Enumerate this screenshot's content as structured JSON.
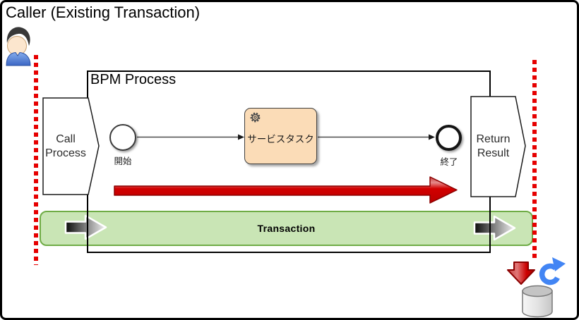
{
  "title": "Caller (Existing Transaction)",
  "bpm_process": {
    "label": "BPM Process",
    "call_process": {
      "line1": "Call",
      "line2": "Process"
    },
    "start_event": {
      "label": "開始"
    },
    "service_task": {
      "label": "サービスタスク"
    },
    "end_event": {
      "label": "終了"
    },
    "return_result": {
      "line1": "Return",
      "line2": "Result"
    }
  },
  "transaction_band": {
    "label": "Transaction"
  },
  "icons": {
    "person": "caller-person-icon",
    "gear": "service-task-gear-icon",
    "refresh": "rollback-refresh-icon",
    "database": "database-cylinder-icon",
    "down_arrow": "commit-down-arrow-icon"
  },
  "colors": {
    "boundary_red": "#E60000",
    "flow_arrow_red": "#C00000",
    "transaction_fill": "#C9E5B5",
    "transaction_border": "#6FAC46",
    "task_fill": "#FBDCB7",
    "refresh_blue": "#4285F4"
  }
}
